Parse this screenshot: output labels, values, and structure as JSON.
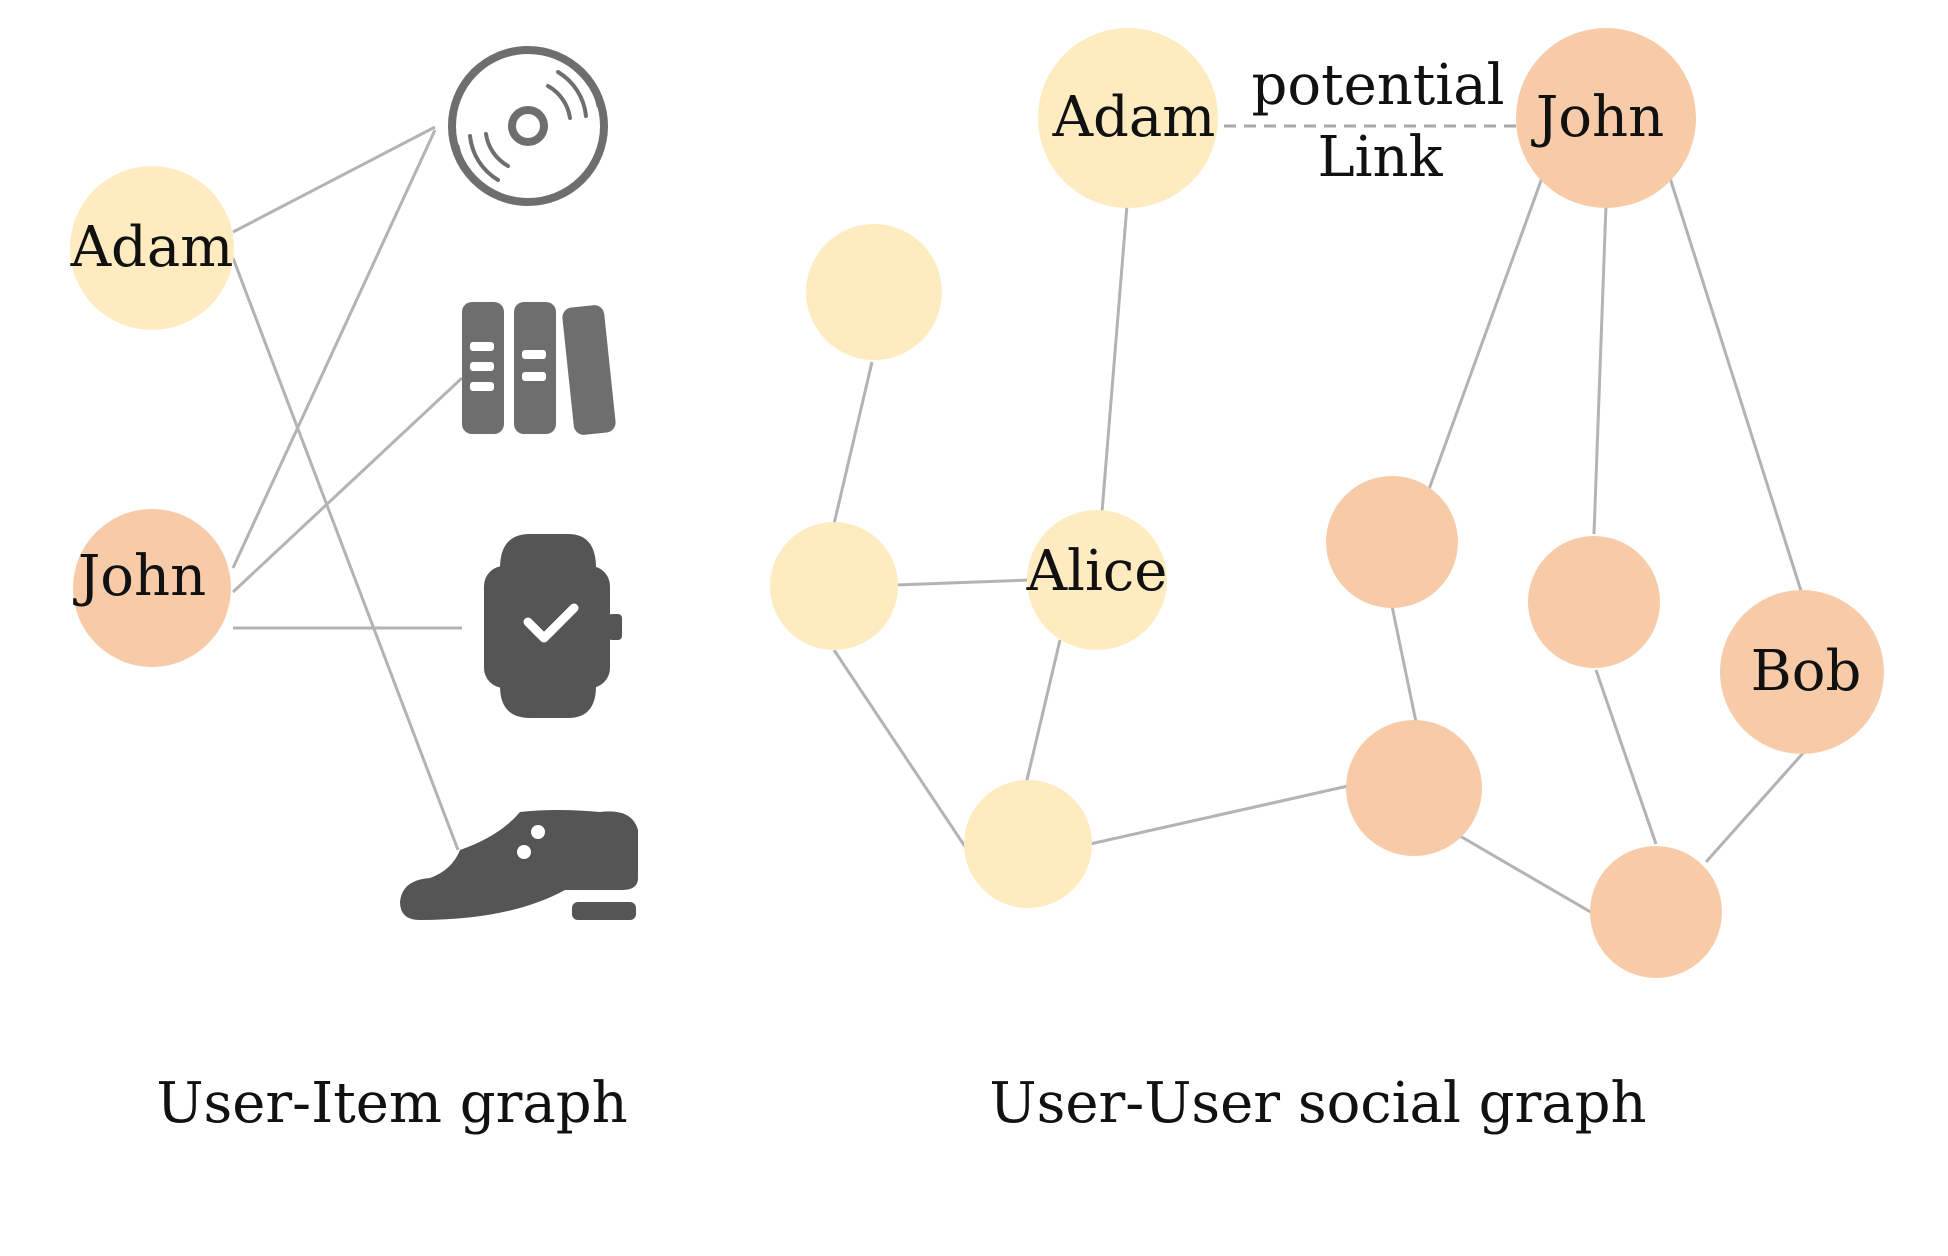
{
  "colors": {
    "user_yellow": "#FEEBC0",
    "user_orange": "#F7CBA8",
    "edge": "#B3B3B3",
    "icon_dark": "#555555",
    "icon_gray": "#6E6E6E"
  },
  "user_item_graph": {
    "caption": "User-Item graph",
    "users": [
      {
        "id": "adam",
        "label": "Adam",
        "color": "user_yellow"
      },
      {
        "id": "john",
        "label": "John",
        "color": "user_orange"
      }
    ],
    "items": [
      {
        "id": "cd",
        "icon": "cd-disc-icon"
      },
      {
        "id": "books",
        "icon": "books-icon"
      },
      {
        "id": "watch",
        "icon": "smartwatch-icon"
      },
      {
        "id": "shoe",
        "icon": "shoe-icon"
      }
    ],
    "edges": [
      [
        "adam",
        "cd"
      ],
      [
        "adam",
        "shoe"
      ],
      [
        "john",
        "cd"
      ],
      [
        "john",
        "books"
      ],
      [
        "john",
        "watch"
      ]
    ]
  },
  "social_graph": {
    "caption": "User-User social graph",
    "potential_link_label": [
      "potential",
      "Link"
    ],
    "nodes": [
      {
        "id": "adam",
        "label": "Adam",
        "color": "user_yellow"
      },
      {
        "id": "john",
        "label": "John",
        "color": "user_orange"
      },
      {
        "id": "y1",
        "label": "",
        "color": "user_yellow"
      },
      {
        "id": "y2",
        "label": "",
        "color": "user_yellow"
      },
      {
        "id": "alice",
        "label": "Alice",
        "color": "user_yellow"
      },
      {
        "id": "y3",
        "label": "",
        "color": "user_yellow"
      },
      {
        "id": "o1",
        "label": "",
        "color": "user_orange"
      },
      {
        "id": "o2",
        "label": "",
        "color": "user_orange"
      },
      {
        "id": "bob",
        "label": "Bob",
        "color": "user_orange"
      },
      {
        "id": "o3",
        "label": "",
        "color": "user_orange"
      },
      {
        "id": "o4",
        "label": "",
        "color": "user_orange"
      }
    ],
    "edges": [
      [
        "adam",
        "alice"
      ],
      [
        "y1",
        "y2"
      ],
      [
        "y2",
        "alice"
      ],
      [
        "y2",
        "y3"
      ],
      [
        "alice",
        "y3"
      ],
      [
        "y3",
        "o3"
      ],
      [
        "john",
        "o1"
      ],
      [
        "john",
        "o2"
      ],
      [
        "john",
        "bob"
      ],
      [
        "o1",
        "o3"
      ],
      [
        "o3",
        "o4"
      ],
      [
        "o2",
        "o4"
      ],
      [
        "bob",
        "o4"
      ]
    ],
    "potential_links": [
      [
        "adam",
        "john"
      ]
    ]
  }
}
